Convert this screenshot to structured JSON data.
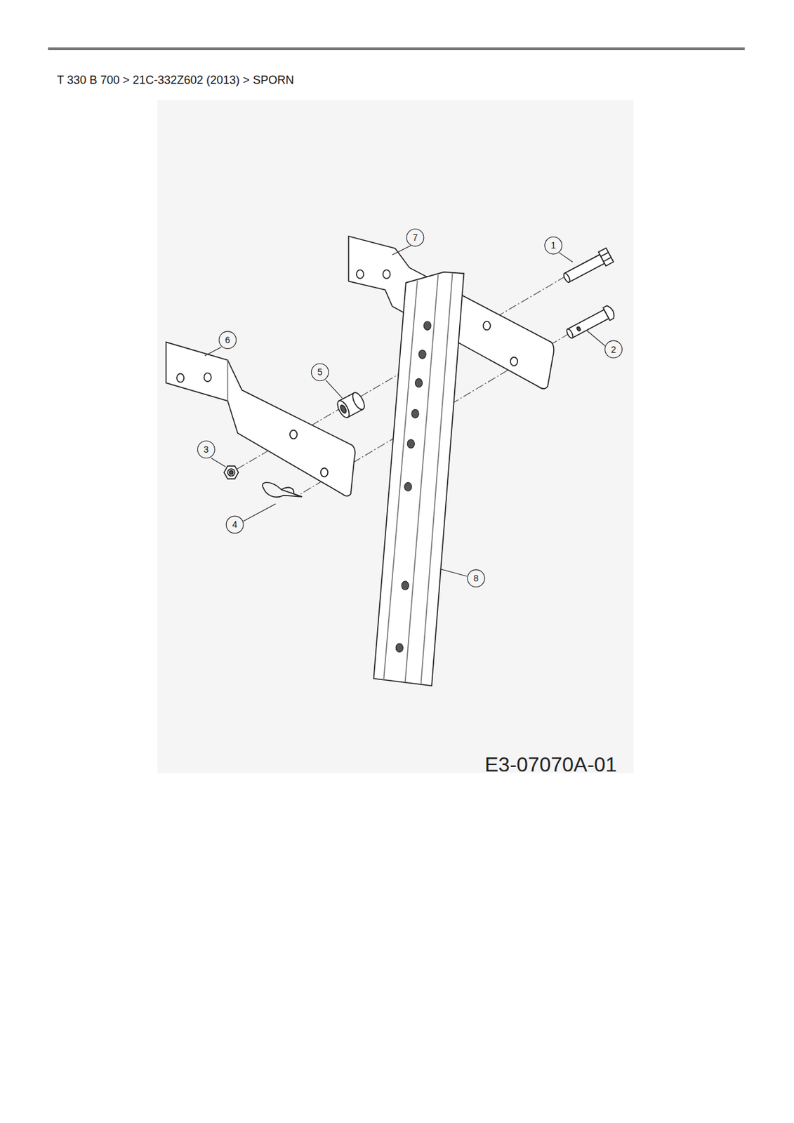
{
  "diagram": {
    "title": "T 330 B 700 > 21C-332Z602 (2013) > SPORN",
    "labels": [
      "7",
      "1",
      "6",
      "5",
      "2",
      "3",
      "4",
      "8",
      "E3-07070A-01"
    ]
  }
}
